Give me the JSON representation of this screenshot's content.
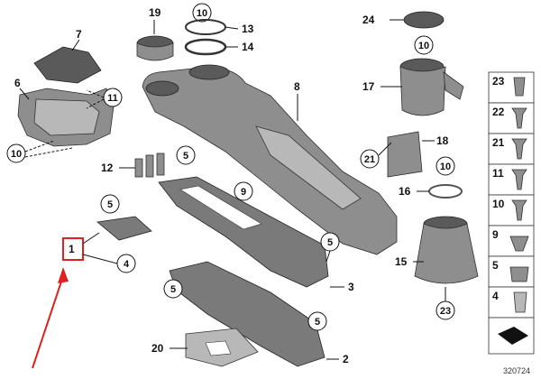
{
  "diagram_code": "320724",
  "callouts": {
    "c1": "1",
    "c2": "2",
    "c3": "3",
    "c4": "4",
    "c5": "5",
    "c6": "6",
    "c7": "7",
    "c8": "8",
    "c9": "9",
    "c10": "10",
    "c11": "11",
    "c12": "12",
    "c13": "13",
    "c14": "14",
    "c15": "15",
    "c16": "16",
    "c17": "17",
    "c18": "18",
    "c19": "19",
    "c20": "20",
    "c21": "21",
    "c23": "23",
    "c24": "24"
  },
  "legend": [
    "23",
    "22",
    "21",
    "11",
    "10",
    "9",
    "5",
    "4"
  ],
  "colors": {
    "highlight": "#e02020",
    "arrow": "#e02020"
  }
}
